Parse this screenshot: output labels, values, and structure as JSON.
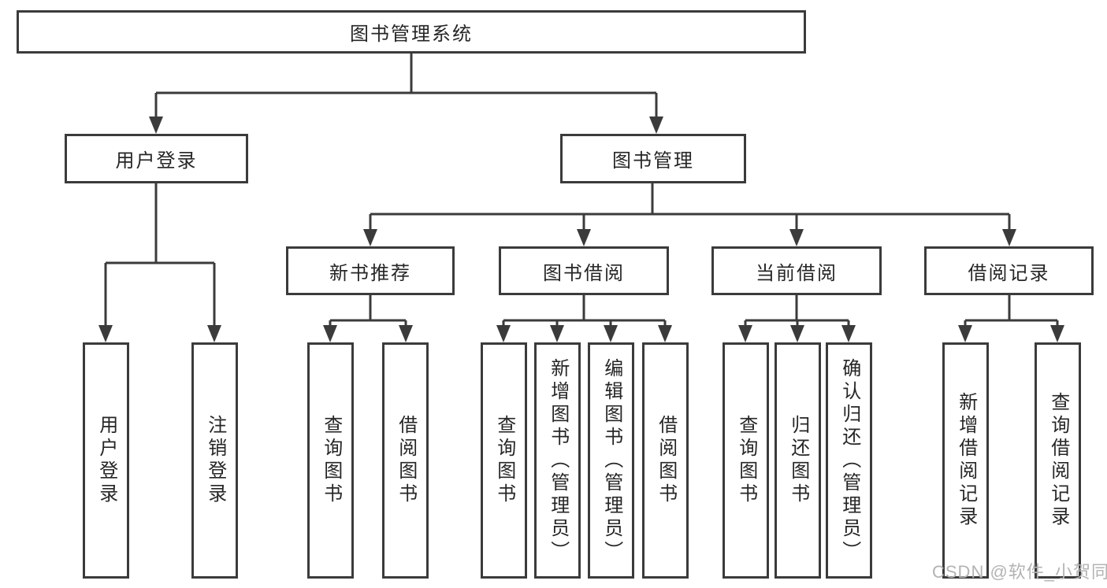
{
  "diagram": {
    "root": {
      "label": "图书管理系统"
    },
    "level2": [
      {
        "label": "用户登录"
      },
      {
        "label": "图书管理"
      }
    ],
    "level3": [
      {
        "label": "新书推荐"
      },
      {
        "label": "图书借阅"
      },
      {
        "label": "当前借阅"
      },
      {
        "label": "借阅记录"
      }
    ],
    "leaves": [
      {
        "label": "用户登录"
      },
      {
        "label": "注销登录"
      },
      {
        "label": "查询图书"
      },
      {
        "label": "借阅图书"
      },
      {
        "label": "查询图书"
      },
      {
        "label": "新增图书（管理员）"
      },
      {
        "label": "编辑图书（管理员）"
      },
      {
        "label": "借阅图书"
      },
      {
        "label": "查询图书"
      },
      {
        "label": "归还图书"
      },
      {
        "label": "确认归还（管理员）"
      },
      {
        "label": "新增借阅记录"
      },
      {
        "label": "查询借阅记录"
      }
    ]
  },
  "watermark": "CSDN @软件_小贺同学",
  "colors": {
    "line": "#3b3b3b",
    "text": "#262626",
    "background": "#ffffff",
    "watermark": "#b3b3b3"
  }
}
